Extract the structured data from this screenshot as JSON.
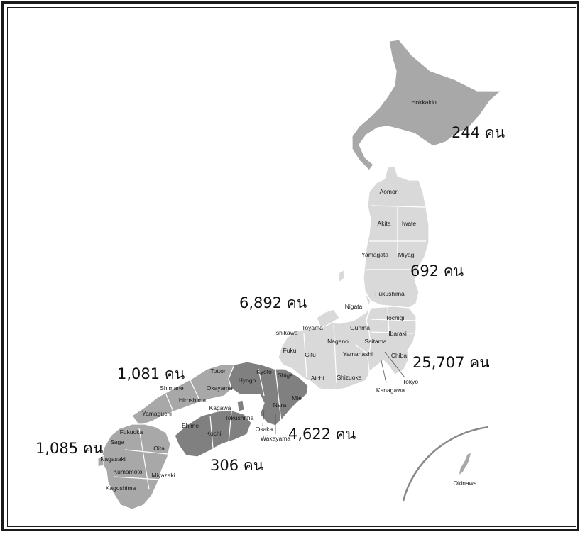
{
  "colors": {
    "light": "#d9d9d9",
    "mid": "#a8a8a8",
    "dark": "#808080",
    "frame": "#1a1a1a"
  },
  "prefectures": {
    "hokkaido": "Hokkaido",
    "aomori": "Aomori",
    "akita": "Akita",
    "iwate": "Iwate",
    "yamagata": "Yamagata",
    "miyagi": "Miyagi",
    "fukushima": "Fukushima",
    "niigata": "Nigata",
    "tochigi": "Tochigi",
    "gunma": "Gunma",
    "ibaraki": "Ibaraki",
    "ishikawa": "Ishikawa",
    "toyama": "Toyama",
    "nagano": "Nagano",
    "saitama": "Saitama",
    "fukui": "Fukui",
    "gifu": "Gifu",
    "yamanashi": "Yamanashi",
    "chiba": "Chiba",
    "tokyo": "Tokyo",
    "kanagawa": "Kanagawa",
    "aichi": "Aichi",
    "shizuoka": "Shizuoka",
    "kyoto": "Kyoto",
    "shiga": "Shiga",
    "hyogo": "Hyogo",
    "mie": "Mie",
    "nara": "Nara",
    "osaka": "Osaka",
    "wakayama": "Wakayama",
    "tottori": "Tottori",
    "shimane": "Shimane",
    "okayama": "Okayama",
    "hiroshima": "Hiroshima",
    "yamaguchi": "Yamaguchi",
    "kagawa": "Kagawa",
    "tokushima": "Tokushima",
    "ehime": "Ehime",
    "kochi": "Kochi",
    "fukuoka": "Fukuoka",
    "saga": "Saga",
    "nagasaki": "Nagasaki",
    "oita": "Oita",
    "kumamoto": "Kumamoto",
    "miyazaki": "Miyazaki",
    "kagoshima": "Kagoshima",
    "okinawa": "Okinawa"
  },
  "counts": {
    "hokkaido": "244 คน",
    "tohoku": "692 คน",
    "chubu": "6,892 คน",
    "kanto": "25,707 คน",
    "chugoku": "1,081 คน",
    "kansai": "4,622 คน",
    "kyushu": "1,085 คน",
    "shikoku": "306 คน"
  }
}
